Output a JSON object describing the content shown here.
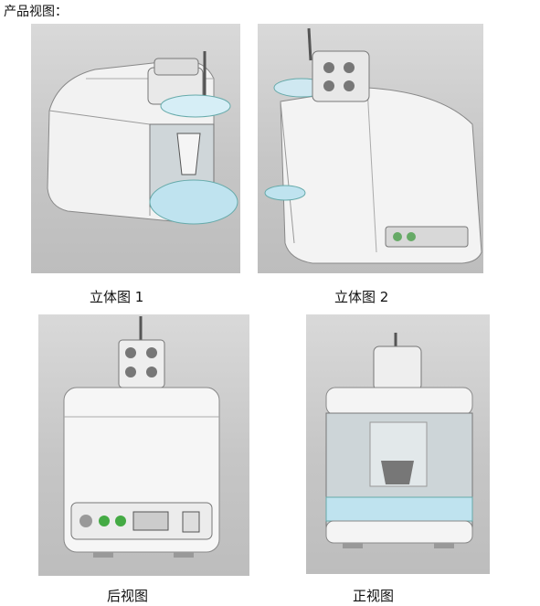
{
  "page": {
    "heading": "产品视图："
  },
  "views": [
    {
      "caption": "立体图 1"
    },
    {
      "caption": "立体图 2"
    },
    {
      "caption": "后视图"
    },
    {
      "caption": "正视图"
    }
  ]
}
